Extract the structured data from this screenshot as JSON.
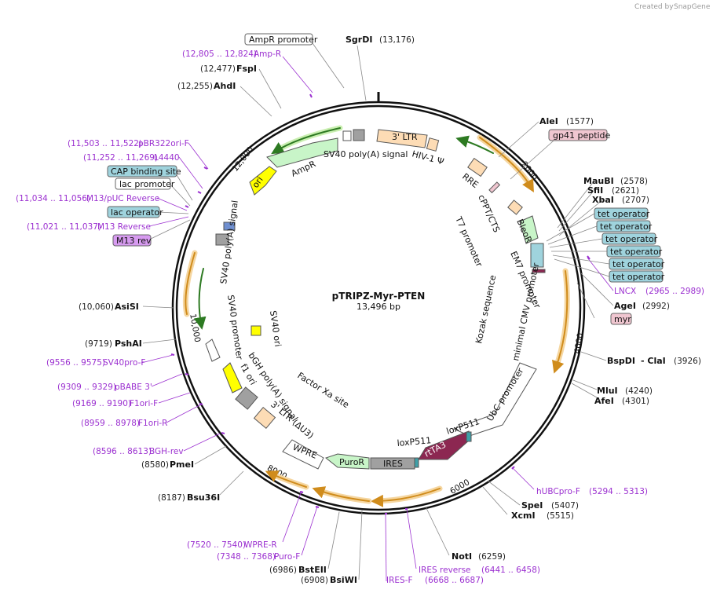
{
  "plasmid": {
    "name": "pTRIPZ-Myr-PTEN",
    "length": "13,496 bp"
  },
  "brand": {
    "created_by": "Created by",
    "product": "SnapGene"
  },
  "ticks": [
    "2000",
    "4000",
    "6000",
    "8000",
    "10,000",
    "12,000"
  ],
  "sites": {
    "sgrdi": {
      "name": "SgrDI",
      "pos": "(13,176)"
    },
    "alei": {
      "name": "AleI",
      "pos": "(1577)"
    },
    "maubi": {
      "name": "MauBI",
      "pos": "(2578)"
    },
    "sfii": {
      "name": "SfiI",
      "pos": "(2621)"
    },
    "xbai": {
      "name": "XbaI",
      "pos": "(2707)"
    },
    "agei": {
      "name": "AgeI",
      "pos": "(2992)"
    },
    "bspdi": {
      "name": "BspDI",
      "name2": "- ClaI",
      "pos": "(3926)"
    },
    "mlui": {
      "name": "MluI",
      "pos": "(4240)"
    },
    "afei": {
      "name": "AfeI",
      "pos": "(4301)"
    },
    "spei": {
      "name": "SpeI",
      "pos": "(5407)"
    },
    "xcmi": {
      "name": "XcmI",
      "pos": "(5515)"
    },
    "noti": {
      "name": "NotI",
      "pos": "(6259)"
    },
    "bsiwi": {
      "name": "BsiWI",
      "pos": "(6908)"
    },
    "bsteii": {
      "name": "BstEII",
      "pos": "(6986)"
    },
    "bsu36i": {
      "name": "Bsu36I",
      "pos": "(8187)"
    },
    "pmei": {
      "name": "PmeI",
      "pos": "(8580)"
    },
    "pshai": {
      "name": "PshAI",
      "pos": "(9719)"
    },
    "asisi": {
      "name": "AsiSI",
      "pos": "(10,060)"
    },
    "ahdi": {
      "name": "AhdI",
      "pos": "(12,255)"
    },
    "fspi": {
      "name": "FspI",
      "pos": "(12,477)"
    }
  },
  "primers": {
    "ampr": {
      "name": "Amp-R",
      "pos": "(12,805 .. 12,824)"
    },
    "pbr322": {
      "name": "pBR322ori-F",
      "pos": "(11,503 .. 11,522)"
    },
    "l4440": {
      "name": "L4440",
      "pos": "(11,252 .. 11,269)"
    },
    "m13puc": {
      "name": "M13/pUC Reverse",
      "pos": "(11,034 .. 11,056)"
    },
    "m13rev": {
      "name": "M13 Reverse",
      "pos": "(11,021 .. 11,037)"
    },
    "lncx": {
      "name": "LNCX",
      "pos": "(2965 .. 2989)"
    },
    "sv40prof": {
      "name": "SV40pro-F",
      "pos": "(9556 .. 9575)"
    },
    "pbabe3": {
      "name": "pBABE 3'",
      "pos": "(9309 .. 9329)"
    },
    "f1orif": {
      "name": "F1ori-F",
      "pos": "(9169 .. 9190)"
    },
    "f1orir": {
      "name": "F1ori-R",
      "pos": "(8959 .. 8978)"
    },
    "bghrev": {
      "name": "BGH-rev",
      "pos": "(8596 .. 8613)"
    },
    "hubcprof": {
      "name": "hUBCpro-F",
      "pos": "(5294 .. 5313)"
    },
    "wprer": {
      "name": "WPRE-R",
      "pos": "(7520 .. 7540)"
    },
    "purof": {
      "name": "Puro-F",
      "pos": "(7348 .. 7368)"
    },
    "iresrev": {
      "name": "IRES reverse",
      "pos": "(6441 .. 6458)"
    },
    "iresf": {
      "name": "IRES-F",
      "pos": "(6668 .. 6687)"
    }
  },
  "boxes": {
    "ampr_promoter": "AmpR promoter",
    "gp41": "gp41 peptide",
    "cap": "CAP binding site",
    "lac_promoter": "lac promoter",
    "lac_operator": "lac operator",
    "m13rev_box": "M13 rev",
    "tet_operator": "tet operator",
    "myr": "myr"
  },
  "features": {
    "ltr3": "3' LTR",
    "hiv": "HIV-1 Ψ",
    "rre": "RRE",
    "cppt": "cPPT/CTS",
    "bleor": "BleoR",
    "em7": "EM7 promoter",
    "t7": "T7 promoter",
    "kozak": "Kozak sequence",
    "mincmv": "minimal CMV promoter",
    "ubc": "UbC promoter",
    "rta3": "rtTA3",
    "loxp1": "loxP511",
    "loxp2": "loxP511",
    "ires": "IRES",
    "puror": "PuroR",
    "wpre": "WPRE",
    "ltr3du3": "3' LTR (ΔU3)",
    "factorxa": "Factor Xa site",
    "bgh": "bGH poly(A) signal",
    "f1ori": "f1 ori",
    "sv40prom": "SV40 promoter",
    "sv40ori": "SV40 ori",
    "sv40pa_left": "SV40 poly(A) signal",
    "sv40pa_top": "SV40 poly(A) signal",
    "ori": "ori",
    "ampr": "AmpR"
  },
  "colors": {
    "backbone": "#111111",
    "orange_arrow": "#d08c1c",
    "green_arrow": "#3b9a2c",
    "primer": "#9b30d0",
    "ampr_fill": "#c8f5c8",
    "ori_fill": "#ffff00",
    "ltr_fill": "#fddcb5",
    "rta3_fill": "#8c2751",
    "ires_fill": "#a0a0a0",
    "operator_fill": "#9fd3dd",
    "myr_fill": "#f0c6d0"
  }
}
